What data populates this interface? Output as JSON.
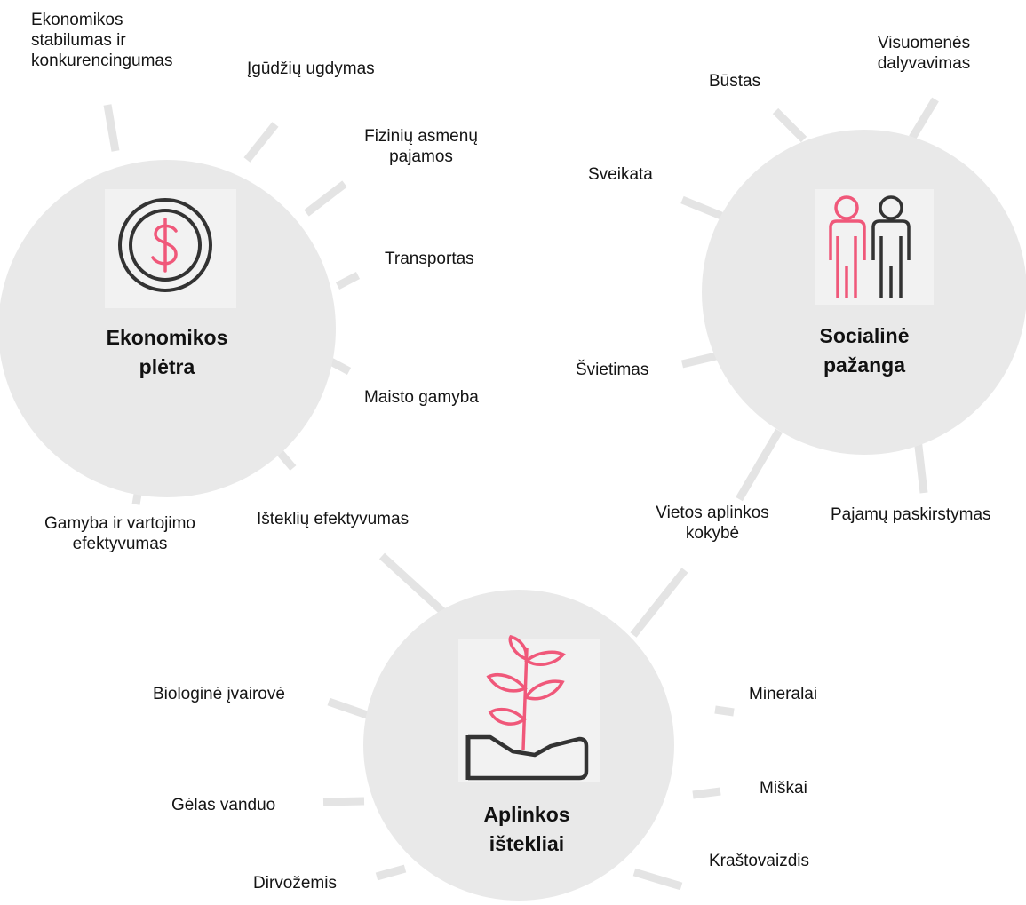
{
  "colors": {
    "circle": "#e9e9e9",
    "connector": "#e4e4e4",
    "icon_box": "#f2f2f2",
    "accent": "#f0587a",
    "icon_dark": "#333333",
    "text": "#141414"
  },
  "hubs": {
    "economy": {
      "title_line1": "Ekonomikos",
      "title_line2": "plėtra",
      "icon": "dollar-coin-icon",
      "labels": [
        [
          "Ekonomikos",
          "stabilumas ir",
          "konkurencingumas"
        ],
        [
          "Įgūdžių ugdymas"
        ],
        [
          "Fizinių asmenų",
          "pajamos"
        ],
        [
          "Transportas"
        ],
        [
          "Maisto gamyba"
        ],
        [
          "Išteklių efektyvumas"
        ],
        [
          "Gamyba ir vartojimo",
          "efektyvumas"
        ]
      ]
    },
    "social": {
      "title_line1": "Socialinė",
      "title_line2": "pažanga",
      "icon": "two-people-icon",
      "labels": [
        [
          "Būstas"
        ],
        [
          "Visuomenės",
          "dalyvavimas"
        ],
        [
          "Sveikata"
        ],
        [
          "Švietimas"
        ],
        [
          "Vietos aplinkos",
          "kokybė"
        ],
        [
          "Pajamų paskirstymas"
        ]
      ]
    },
    "environment": {
      "title_line1": "Aplinkos",
      "title_line2": "ištekliai",
      "icon": "plant-in-hand-icon",
      "labels": [
        [
          "Biologinė įvairovė"
        ],
        [
          "Gėlas vanduo"
        ],
        [
          "Dirvožemis"
        ],
        [
          "Mineralai"
        ],
        [
          "Miškai"
        ],
        [
          "Kraštovaizdis"
        ]
      ]
    }
  }
}
